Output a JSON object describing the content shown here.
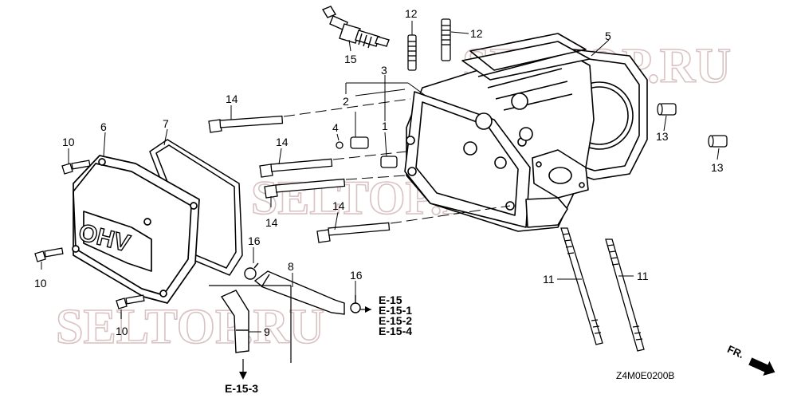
{
  "parts": {
    "p1": "1",
    "p2": "2",
    "p3": "3",
    "p4": "4",
    "p5": "5",
    "p6": "6",
    "p7": "7",
    "p8": "8",
    "p9": "9",
    "p10": "10",
    "p11": "11",
    "p12": "12",
    "p13": "13",
    "p14": "14",
    "p15": "15",
    "p16": "16"
  },
  "refs": {
    "e15": "E-15",
    "e15_1": "E-15-1",
    "e15_2": "E-15-2",
    "e15_3": "E-15-3",
    "e15_4": "E-15-4"
  },
  "cover_text": "OHV",
  "watermark": "SELTOP.RU",
  "diagram_code": "Z4M0E0200B",
  "direction_label": "FR."
}
